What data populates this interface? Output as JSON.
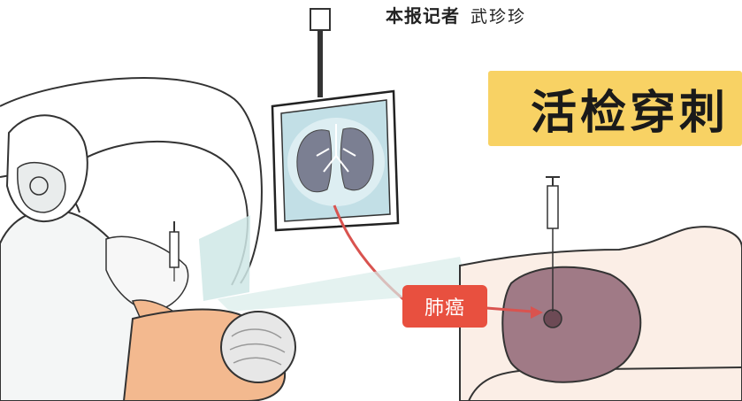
{
  "byline": {
    "role": "本报记者",
    "author": "武珍珍"
  },
  "banner": {
    "title": "活检穿刺",
    "color": "#f8d264"
  },
  "tag": {
    "label": "肺癌",
    "color": "#e8503f"
  },
  "illustration": {
    "left_scene": "doctor-performing-ct-guided-biopsy-icon",
    "monitor": "lung-scan-monitor-icon",
    "right_scene": "patient-lung-biopsy-icon",
    "tumor": "tumor-icon",
    "syringe": "biopsy-needle-icon"
  }
}
